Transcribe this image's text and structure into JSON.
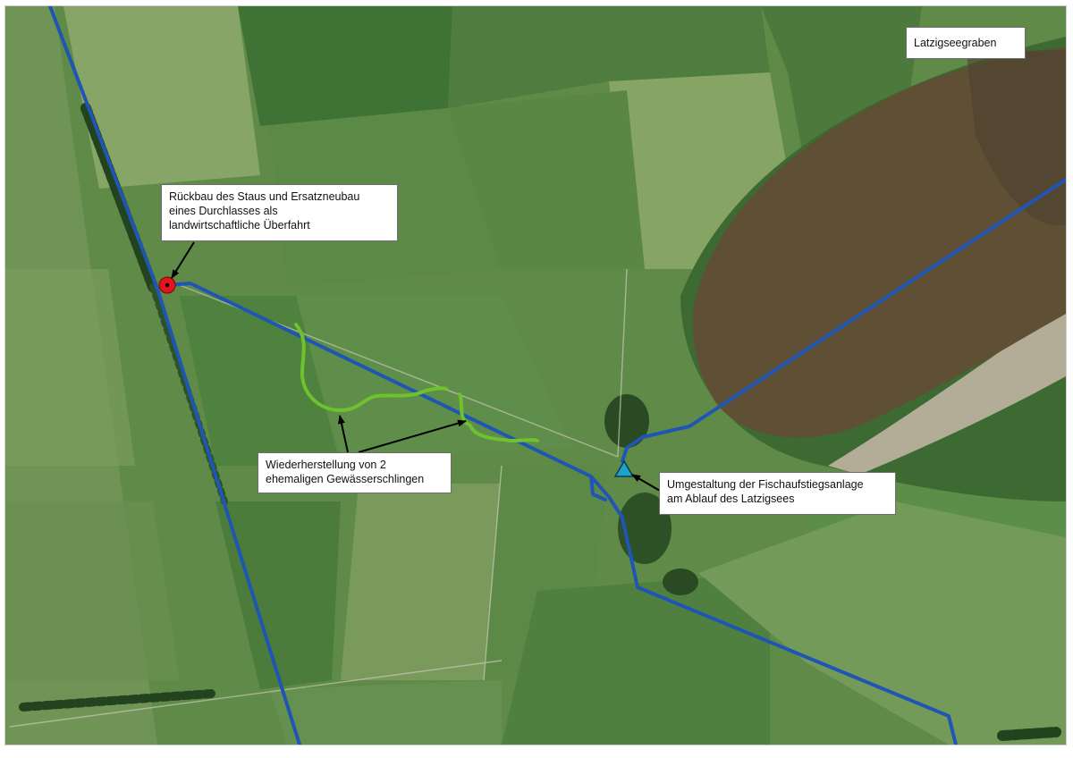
{
  "map": {
    "colors": {
      "water_line": "#1f56b3",
      "restored_channel": "#6fc12d",
      "lake": "#5e4f35",
      "field_light": "#7d9c5e",
      "field_dark": "#3f6f33",
      "marker_red": "#e3141b",
      "marker_triangle": "#1ea3c8"
    },
    "markers": [
      {
        "name": "stau-durchlass-marker",
        "symbol": "red-circle-icon"
      },
      {
        "name": "fischaufstieg-marker",
        "symbol": "blue-triangle-icon"
      }
    ]
  },
  "labels": {
    "waterbody": "Latzigseegraben",
    "rueckbau": [
      "Rückbau des Staus und Ersatzneubau",
      "eines Durchlasses als",
      "landwirtschaftliche Überfahrt"
    ],
    "schlingen": [
      "Wiederherstellung von 2",
      "ehemaligen Gewässerschlingen"
    ],
    "fischaufstieg": [
      "Umgestaltung der Fischaufstiegsanlage",
      "am Ablauf des Latzigsees"
    ]
  }
}
